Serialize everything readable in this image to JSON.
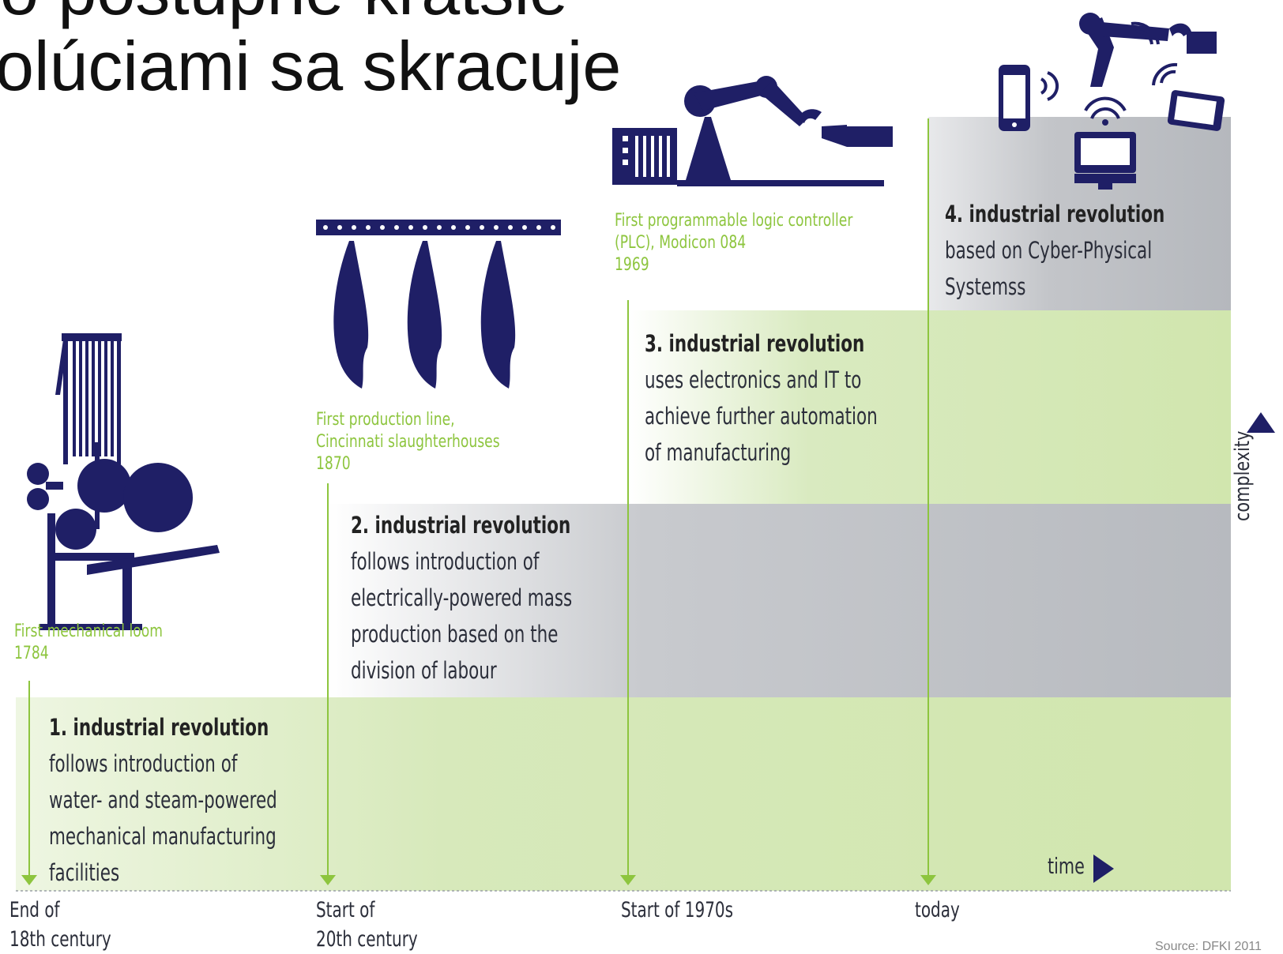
{
  "heading": {
    "line1": "o postupne kratšie",
    "line2": "olúciami sa skracuje"
  },
  "colors": {
    "navy": "#1f1f66",
    "green": "#8dc53e",
    "band_green": "#d4e6b5",
    "band_gray": "#b9bcc2"
  },
  "milestones": [
    {
      "caption_line1": "First mechanical loom",
      "caption_line2": "1784",
      "axis_line1": "End of",
      "axis_line2": "18th century",
      "icon": "loom-icon"
    },
    {
      "caption_line1": "First production line,",
      "caption_line2": "Cincinnati slaughterhouses",
      "caption_line3": "1870",
      "axis_line1": "Start of",
      "axis_line2": "20th century",
      "icon": "production-line-icon"
    },
    {
      "caption_line1": "First programmable logic controller",
      "caption_line2": "(PLC), Modicon 084",
      "caption_line3": "1969",
      "axis_line1": "Start of 1970s",
      "icon": "robot-arm-plc-icon"
    },
    {
      "axis_line1": "today",
      "icon": "connected-devices-icon"
    }
  ],
  "revolutions": [
    {
      "title": "1. industrial revolution",
      "lines": [
        "follows introduction of",
        "water- and steam-powered",
        "mechanical manufacturing",
        "facilities"
      ]
    },
    {
      "title": "2. industrial revolution",
      "lines": [
        "follows introduction of",
        "electrically-powered mass",
        "production based on the",
        "division of labour"
      ]
    },
    {
      "title": "3. industrial revolution",
      "lines": [
        "uses electronics and IT to",
        "achieve further automation",
        "of manufacturing"
      ]
    },
    {
      "title": "4. industrial revolution",
      "lines": [
        "based on Cyber-Physical",
        "Systemss"
      ]
    }
  ],
  "axes": {
    "x_label": "time",
    "y_label": "complexity"
  },
  "source": "Source: DFKI 2011"
}
